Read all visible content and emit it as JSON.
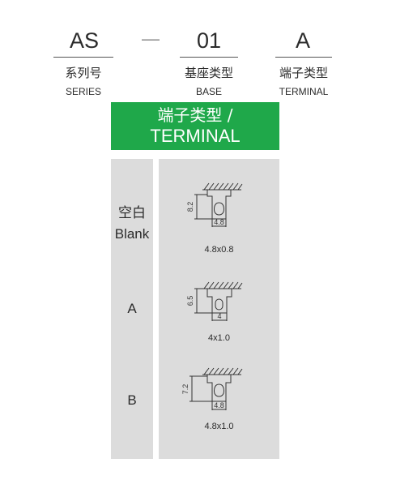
{
  "header": {
    "series_code": "AS",
    "dash": "—",
    "base_code": "01",
    "terminal_code": "A",
    "series_label_cn": "系列号",
    "series_label_en": "SERIES",
    "base_label_cn": "基座类型",
    "base_label_en": "BASE",
    "terminal_label_cn": "端子类型",
    "terminal_label_en": "TERMINAL"
  },
  "banner": {
    "line1": "端子类型 /",
    "line2": "TERMINAL"
  },
  "rows": [
    {
      "label_cn": "空白",
      "label_en": "Blank",
      "height_dim": "8.2",
      "width_dim": "4.8",
      "spec": "4.8x0.8"
    },
    {
      "label_cn": "",
      "label_en": "A",
      "height_dim": "6.5",
      "width_dim": "4",
      "spec": "4x1.0"
    },
    {
      "label_cn": "",
      "label_en": "B",
      "height_dim": "7.2",
      "width_dim": "4.8",
      "spec": "4.8x1.0"
    }
  ],
  "colors": {
    "banner": "#1fa84a",
    "panel": "#dcdcdc"
  }
}
